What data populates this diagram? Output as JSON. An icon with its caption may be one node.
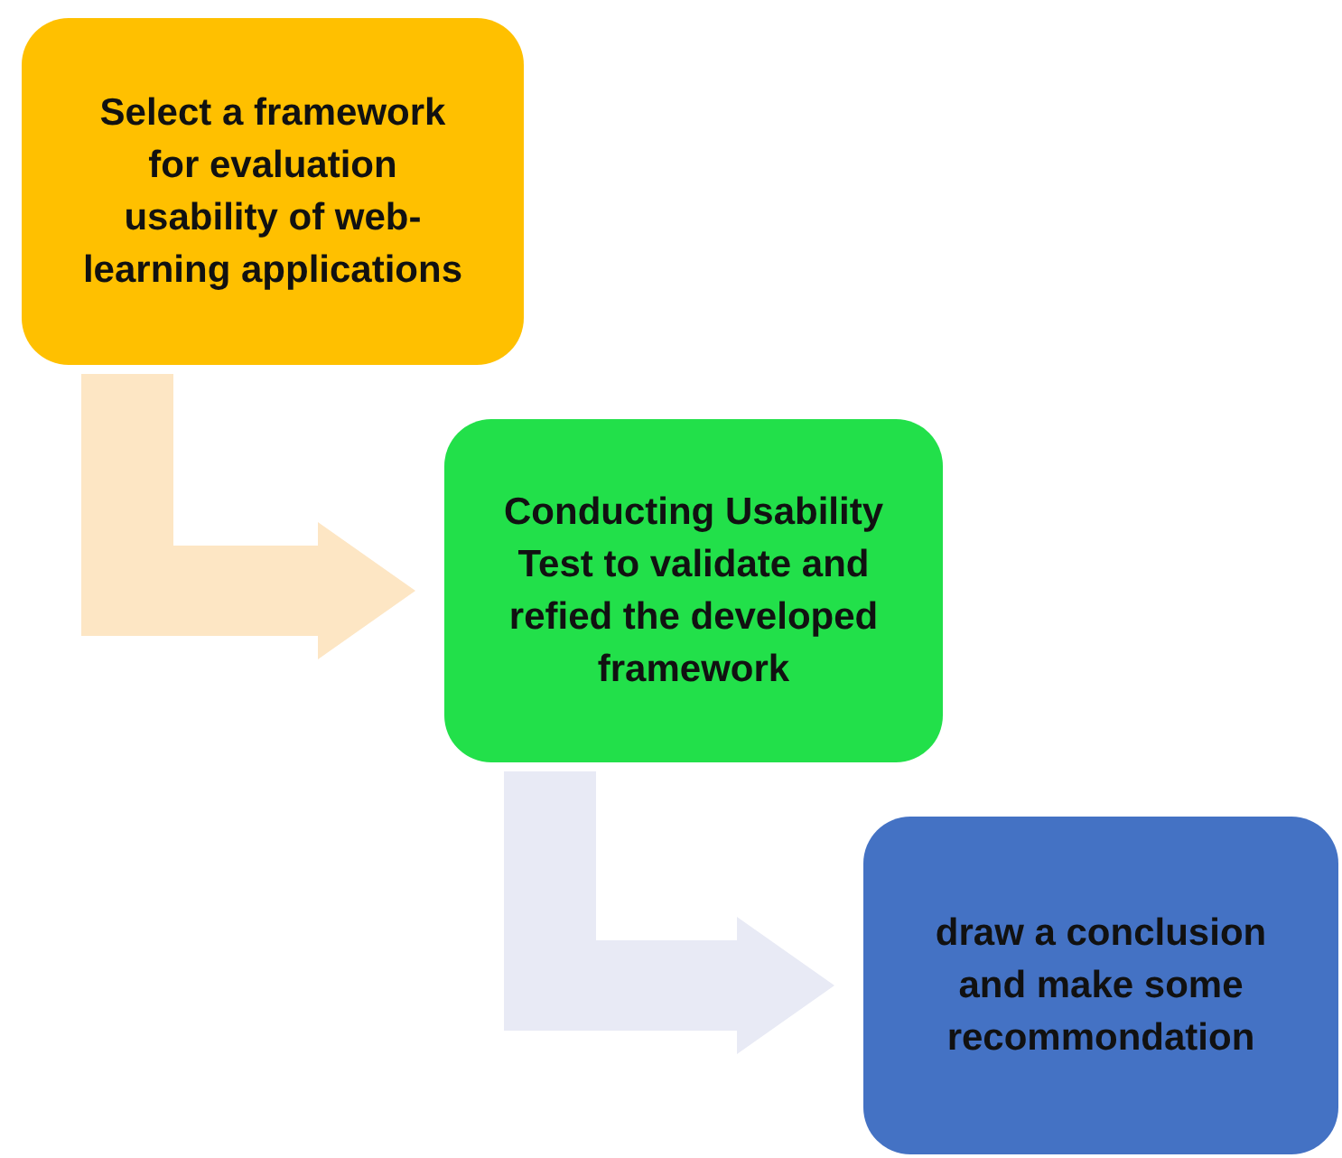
{
  "diagram": {
    "nodes": [
      {
        "text": [
          "Select a framework for evaluation usability of web-learning applications"
        ]
      },
      {
        "text": [
          "Conducting Usability Test to validate and refied the developed framework"
        ]
      },
      {
        "text": [
          "draw a conclusion and make some recommondation"
        ]
      }
    ],
    "edges": [
      {
        "from": 0,
        "to": 1,
        "arrow": "to",
        "color": "#fde6c4"
      },
      {
        "from": 1,
        "to": 2,
        "arrow": "to",
        "color": "#e8eaf5"
      }
    ]
  }
}
